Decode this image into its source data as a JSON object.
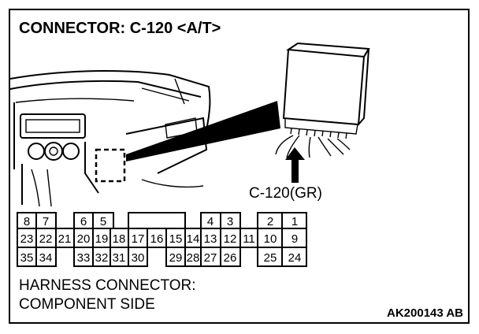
{
  "title": "CONNECTOR: C-120 <A/T>",
  "connector_callout": "C-120(GR)",
  "harness_label_line1": "HARNESS CONNECTOR:",
  "harness_label_line2": "COMPONENT SIDE",
  "figure_code": "AK200143 AB",
  "pins": {
    "row1": [
      "8",
      "7",
      "6",
      "5",
      "4",
      "3",
      "2",
      "1"
    ],
    "row2": [
      "23",
      "22",
      "21",
      "20",
      "19",
      "18",
      "17",
      "16",
      "15",
      "14",
      "13",
      "12",
      "11",
      "10",
      "9"
    ],
    "row3": [
      "35",
      "34",
      "33",
      "32",
      "31",
      "30",
      "29",
      "28",
      "27",
      "26",
      "25",
      "24"
    ]
  }
}
